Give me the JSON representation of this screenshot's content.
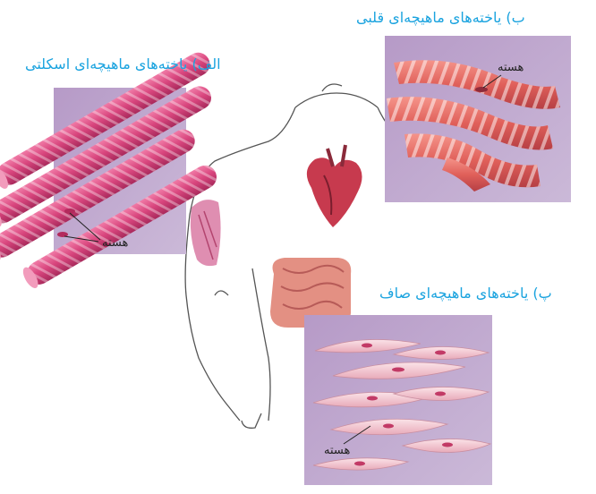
{
  "titles": {
    "skeletal": "الف) یاخته‌های ماهیچه‌ای اسکلتی",
    "cardiac": "ب) یاخته‌های ماهیچه‌ای قلبی",
    "smooth": "پ) یاخته‌های ماهیچه‌ای صاف"
  },
  "labels": {
    "skeletal_nucleus": "هسته",
    "cardiac_nucleus": "هسته",
    "smooth_nucleus": "هسته"
  },
  "colors": {
    "title": "#1aa3df",
    "panel_bg": "#bba6c9",
    "skeletal_fiber": "#d8457d",
    "cardiac_fiber": "#e06a63",
    "smooth_cell": "#f1c6cf",
    "nucleus": "#c23a66"
  }
}
